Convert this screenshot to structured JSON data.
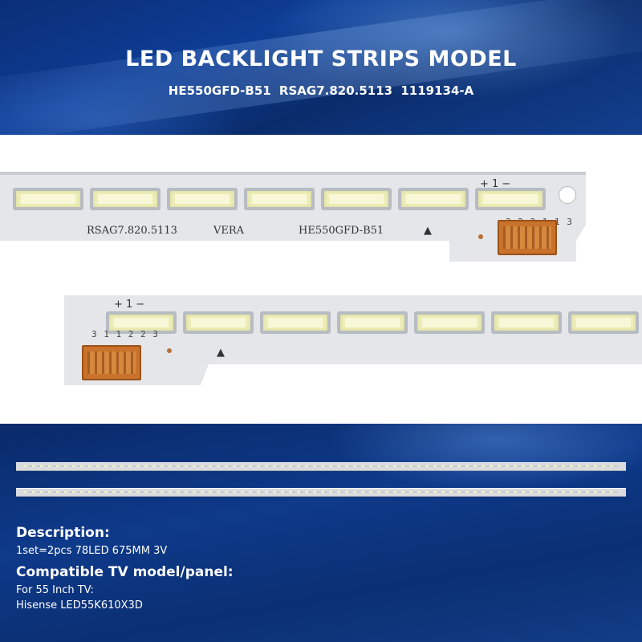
{
  "header": {
    "title": "LED BACKLIGHT STRIPS MODEL",
    "models": "HE550GFD-B51  RSAG7.820.5113  1119134-A"
  },
  "strip1": {
    "silk_part": "RSAG7.820.5113",
    "silk_ver": "VERA",
    "silk_model": "HE550GFD-B51",
    "polarity": "+  1  −",
    "pins": "3 2 2 1 1 3"
  },
  "strip2": {
    "polarity": "+  1  −",
    "pins": "3 1 1 2 2 3"
  },
  "description": {
    "heading": "Description:",
    "spec": "1set=2pcs  78LED  675MM  3V",
    "compat_heading": "Compatible TV model/panel:",
    "compat_line1": "For 55 Inch TV:",
    "compat_line2": "Hisense LED55K610X3D"
  },
  "colors": {
    "banner_blue": "#0d3d95",
    "text": "#ffffff",
    "connector": "#c9722b"
  }
}
